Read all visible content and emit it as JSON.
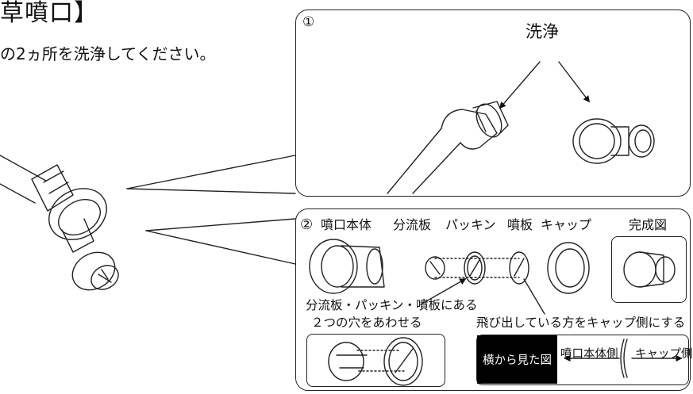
{
  "heading": "草噴口】",
  "description": "の2ヵ所を洗浄してください。",
  "panel1": {
    "step": "①",
    "wash_label": "洗浄"
  },
  "panel2": {
    "step": "②",
    "parts": {
      "nozzle_body": "噴口本体",
      "diverter_plate": "分流板",
      "packing": "パッキン",
      "spray_plate": "噴板",
      "cap": "キャップ"
    },
    "complete_label": "完成図",
    "note_holes_line1": "分流板・パッキン・噴板にある",
    "note_holes_line2": "２つの穴をあわせる",
    "note_protrude": "飛び出している方をキャップ側にする",
    "side_view": {
      "title": "横から見た図",
      "body_side": "噴口本体側",
      "cap_side": "キャップ側"
    }
  },
  "colors": {
    "line": "#222222",
    "black_fill": "#000000",
    "background": "#ffffff"
  }
}
